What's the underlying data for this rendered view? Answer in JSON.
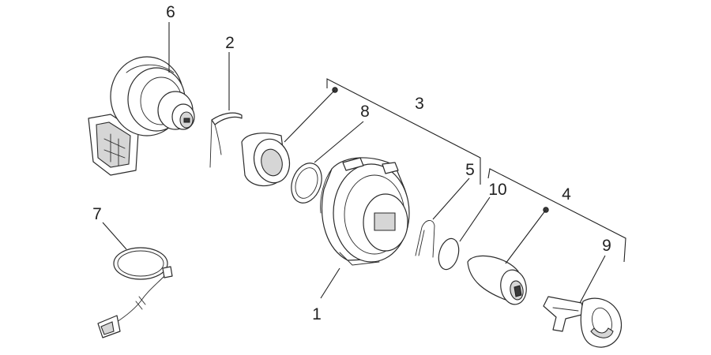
{
  "callouts": {
    "c1": "1",
    "c2": "2",
    "c3": "3",
    "c4": "4",
    "c5": "5",
    "c6": "6",
    "c7": "7",
    "c8": "8",
    "c9": "9",
    "c10": "10"
  },
  "colors": {
    "line": "#2b2b2b",
    "shade": "#d6d6d6",
    "background": "#ffffff"
  }
}
